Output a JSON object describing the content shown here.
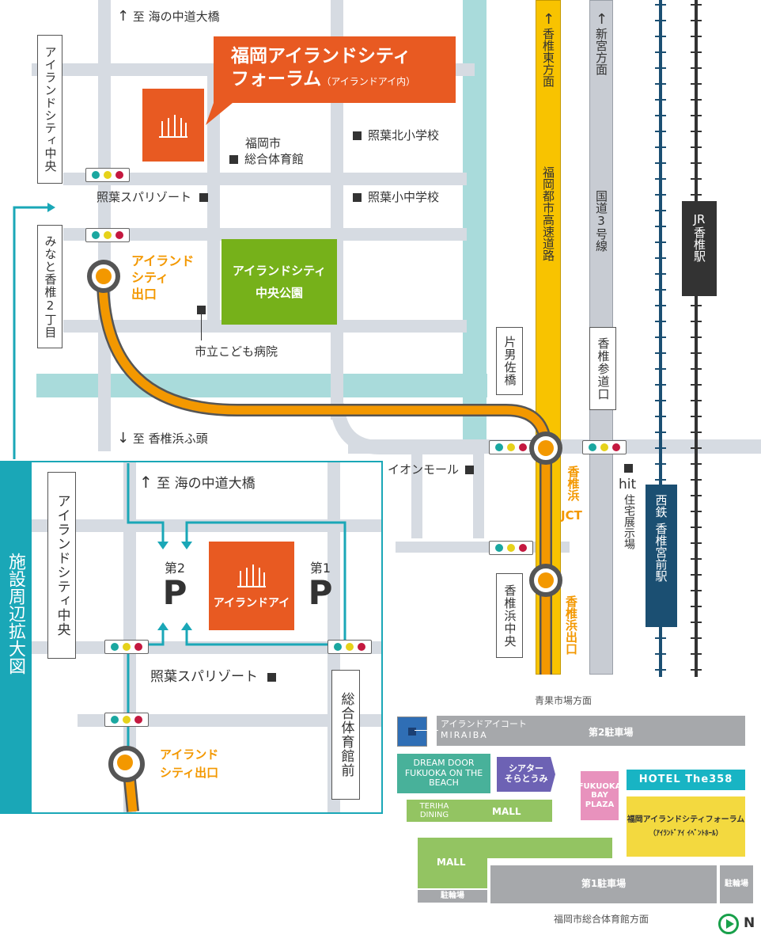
{
  "title": {
    "line1": "福岡アイランドシティ",
    "line2": "フォーラム",
    "line2_sub": "（アイランドアイ内）"
  },
  "top_map": {
    "dir_north": "至 海の中道大橋",
    "dir_south": "至 香椎浜ふ頭",
    "island_city_chuo": "アイランドシティ中央",
    "minato_kashii": "みなと香椎2丁目",
    "teriha_spa": "照葉スパリゾート",
    "gym": [
      "福岡市",
      "総合体育館"
    ],
    "teriha_north_school": "照葉北小学校",
    "teriha_school": "照葉小中学校",
    "park": [
      "アイランドシティ",
      "中央公園"
    ],
    "hospital": "市立こども病院",
    "exit_label": [
      "アイランド",
      "シティ",
      "出口"
    ],
    "aeon": "イオンモール",
    "katao_bridge": "片男佐橋",
    "kashii_sando": "香椎参道口",
    "kashiihama_chuo": "香椎浜中央",
    "jct_label": [
      "香椎浜",
      "JCT"
    ],
    "kashiihama_exit": [
      "香椎浜",
      "出口"
    ],
    "expressway_dir": "香椎東方面",
    "expressway_name": "福岡都市高速道路",
    "route3_dir": "新宮方面",
    "route3_name": "国道3号線",
    "hit_label": "hit",
    "hit_sub": "住宅展示場",
    "jr_station": "JR香椎駅",
    "jr_prefix": "JR",
    "jr_name": "香椎駅",
    "nishitetsu": [
      "西鉄",
      "香椎宮前駅"
    ]
  },
  "inset": {
    "side_label": "施設周辺拡大図",
    "dir_north": "至 海の中道大橋",
    "island_city_chuo": "アイランドシティ中央",
    "parking2": {
      "num": "第2",
      "p": "P"
    },
    "parking1": {
      "num": "第1",
      "p": "P"
    },
    "island_eye": "アイランドアイ",
    "teriha_spa": "照葉スパリゾート",
    "gym_front": "総合体育館前",
    "exit_label": [
      "アイランド",
      "シティ出口"
    ]
  },
  "floor_plan": {
    "top_dir": "青果市場方面",
    "bottom_dir": "福岡市総合体育館方面",
    "miraiba": [
      "アイランドアイコート",
      "MIRAIBA"
    ],
    "parking2": "第2駐車場",
    "dream_door": [
      "DREAM DOOR",
      "FUKUOKA ON THE",
      "BEACH"
    ],
    "theater": [
      "シアター",
      "そらとうみ"
    ],
    "bay_plaza": [
      "FUKUOKA",
      "BAY",
      "PLAZA"
    ],
    "hotel": "HOTEL The358",
    "teriha_dining": [
      "TERIHA",
      "DINING"
    ],
    "mall1": "MALL",
    "forum": [
      "福岡アイランドシティフォーラム",
      "（ｱｲﾗﾝﾄﾞｱｲ ｲﾍﾞﾝﾄﾎｰﾙ）"
    ],
    "mall2": "MALL",
    "bike1": "駐輪場",
    "parking1": "第1駐車場",
    "bike2": "駐輪場",
    "north": "N"
  },
  "colors": {
    "orange_route": "#f39800",
    "teal_route": "#1aa7b7",
    "forum_orange": "#e85a22",
    "park_green": "#76b11a",
    "expressway": "#f8c300",
    "nishitetsu": "#1b4f72"
  }
}
